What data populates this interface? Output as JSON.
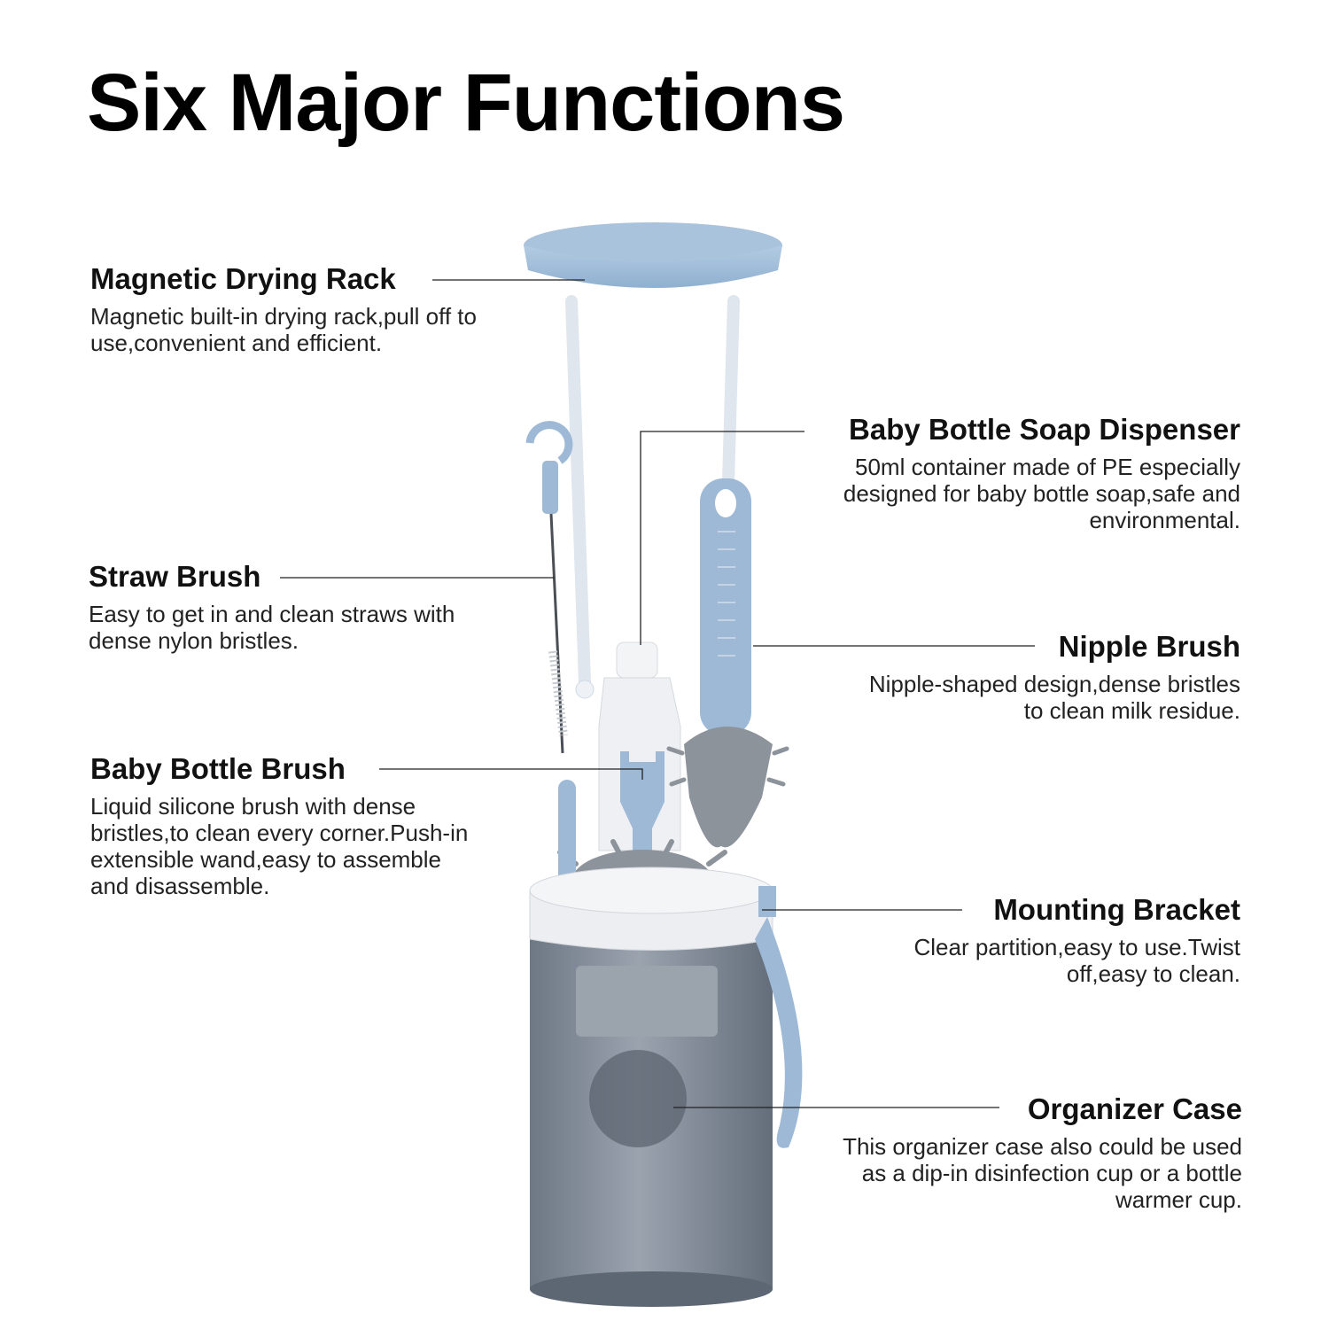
{
  "title": "Six Major Functions",
  "features": {
    "drying_rack": {
      "title": "Magnetic Drying Rack",
      "text": "Magnetic built-in drying rack,pull off to use,convenient and efficient."
    },
    "straw_brush": {
      "title": "Straw Brush",
      "text": "Easy to get in and clean straws with dense nylon bristles."
    },
    "bottle_brush": {
      "title": "Baby Bottle Brush",
      "text": "Liquid silicone brush with dense bristles,to clean every corner.Push-in extensible wand,easy to assemble and disassemble."
    },
    "soap_dispenser": {
      "title": "Baby Bottle Soap Dispenser",
      "text": "50ml container made of PE especially designed for baby bottle soap,safe and environmental."
    },
    "nipple_brush": {
      "title": "Nipple Brush",
      "text": "Nipple-shaped design,dense bristles to clean milk residue."
    },
    "mounting_bracket": {
      "title": "Mounting Bracket",
      "text": "Clear partition,easy to use.Twist off,easy to clean."
    },
    "organizer_case": {
      "title": "Organizer Case",
      "text": "This organizer case also could be used as a dip-in disinfection cup or a bottle warmer cup."
    }
  },
  "colors": {
    "accent_blue": "#9db9d6",
    "case_gray": "#7a8593",
    "bristle_gray": "#8d939b"
  }
}
